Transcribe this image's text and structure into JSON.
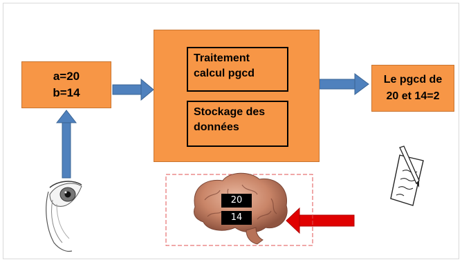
{
  "input_box": {
    "line1": "a=20",
    "line2": "b=14"
  },
  "process_box": {
    "treatment": {
      "line1": "Traitement",
      "line2": "calcul pgcd"
    },
    "storage": {
      "line1": "Stockage des",
      "line2": "données"
    }
  },
  "output_box": {
    "line1": "Le pgcd de",
    "line2": "20 et 14=2"
  },
  "memory": {
    "values": [
      "20",
      "14"
    ]
  },
  "icons": [
    "eye-icon",
    "brain-icon",
    "notepad-pencil-icon"
  ],
  "colors": {
    "box_fill": "#f79646",
    "arrow_blue": "#4f81bd",
    "arrow_red": "#e00000",
    "memory_border": "#e05050"
  }
}
